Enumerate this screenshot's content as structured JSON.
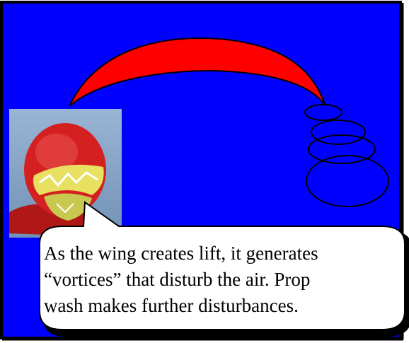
{
  "panel": {
    "background_color": "#0000ff",
    "border_color": "#000000",
    "wing_color": "#ff0000",
    "vortex_color": "#000000",
    "pilot_icon": "red-helmet-pilot-icon"
  },
  "speech_bubble": {
    "lines": [
      "As the wing creates lift, it generates",
      "“vortices” that disturb the air. Prop",
      "wash makes further disturbances."
    ],
    "fill_color": "#ffffff",
    "text_color": "#000000"
  }
}
